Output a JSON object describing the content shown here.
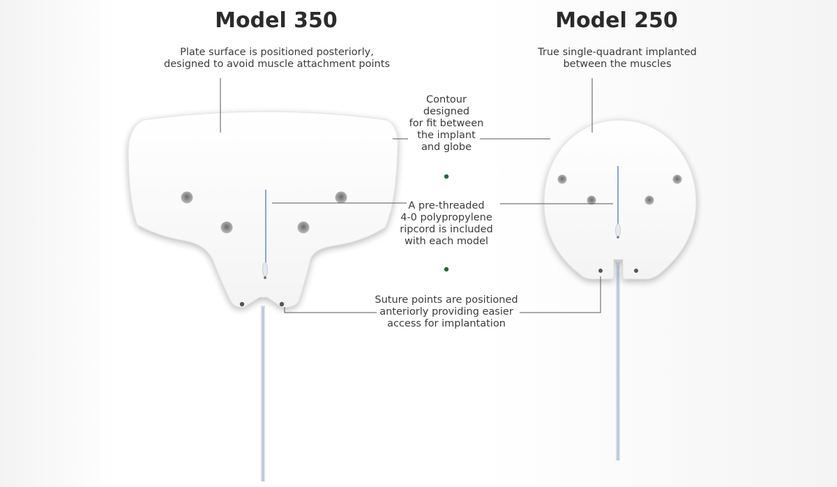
{
  "model_350": {
    "title": "Model 350",
    "description": [
      "Plate surface is positioned posteriorly,",
      "designed to avoid muscle attachment points"
    ]
  },
  "model_250": {
    "title": "Model 250",
    "description": [
      "True single-quadrant implanted",
      "between the muscles"
    ]
  },
  "callouts": {
    "contour": [
      "Contour",
      "designed",
      "for fit between",
      "the implant",
      "and globe"
    ],
    "ripcord": [
      "A pre-threaded",
      "4-0 polypropylene",
      "ripcord is included",
      "with each model"
    ],
    "suture": [
      "Suture points are positioned",
      "anteriorly providing easier",
      "access for implantation"
    ]
  },
  "colors": {
    "leader_line": "#555555",
    "separator_dot": "#1e6b3a",
    "ripcord": "#6b8fd1",
    "plate": "#ffffff"
  }
}
